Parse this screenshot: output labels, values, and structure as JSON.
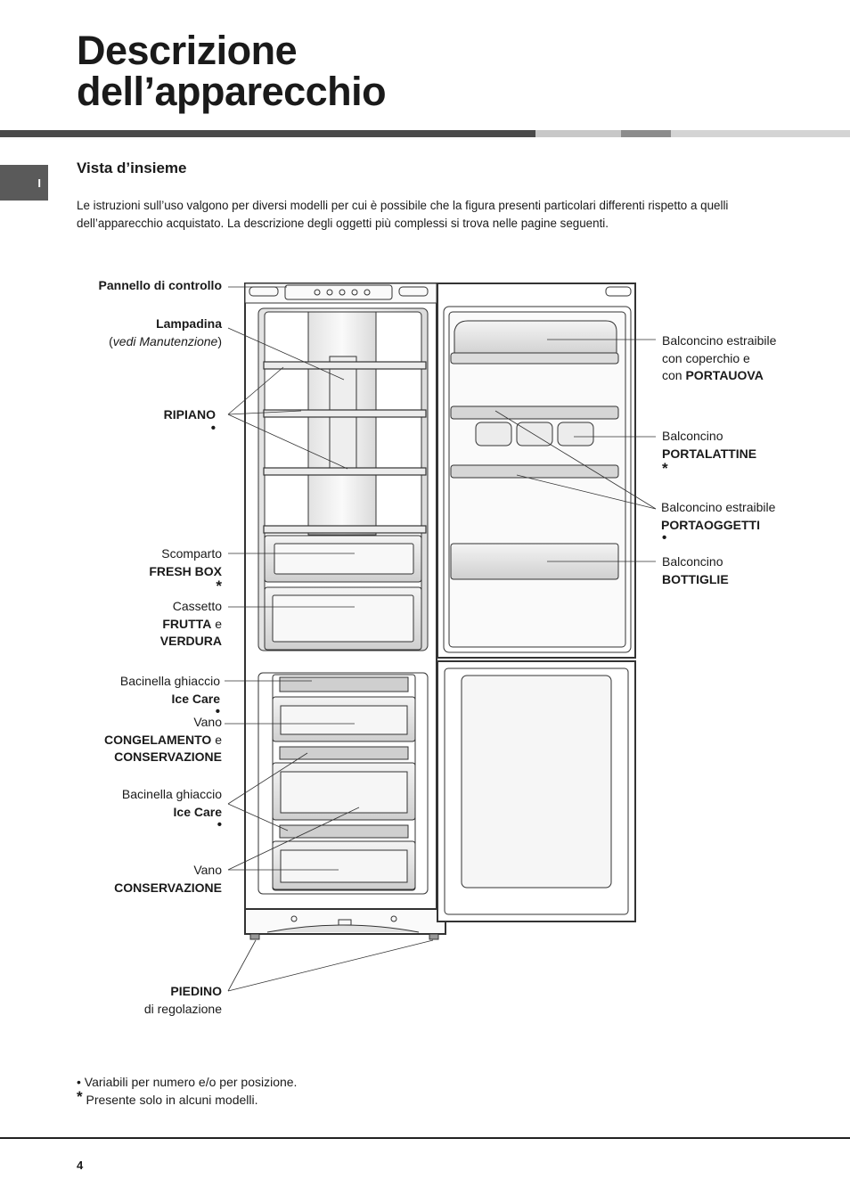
{
  "page": {
    "title_line1": "Descrizione",
    "title_line2": "dell’apparecchio",
    "language_tab": "I",
    "page_number": "4"
  },
  "section": {
    "title": "Vista d’insieme",
    "intro": "Le istruzioni sull’uso valgono per diversi modelli per cui è possibile che la figura presenti particolari differenti rispetto a quelli dell’apparecchio acquistato. La descrizione degli oggetti più complessi si trova nelle pagine seguenti."
  },
  "labels_left": {
    "pannello": "Pannello di controllo",
    "lampadina": "Lampadina",
    "vedi_paren_open": "(",
    "vedi": "vedi Manutenzione",
    "vedi_paren_close": ")",
    "ripiano": "RIPIANO",
    "scomparto": "Scomparto",
    "fresh_box": "FRESH BOX",
    "cassetto": "Cassetto",
    "frutta": "FRUTTA",
    "e": "e",
    "verdura": "VERDURA",
    "bacinella1": "Bacinella ghiaccio",
    "ice_care1": "Ice Care",
    "vano1": "Vano",
    "congelamento": "CONGELAMENTO",
    "conservazione1": "CONSERVAZIONE",
    "bacinella2": "Bacinella ghiaccio",
    "ice_care2": "Ice Care",
    "vano2": "Vano",
    "conservazione2": "CONSERVAZIONE",
    "piedino": "PIEDINO",
    "regolazione": "di regolazione"
  },
  "labels_right": {
    "balc1_line1": "Balconcino estraibile",
    "balc1_line2": "con coperchio e",
    "balc1_con": "con",
    "portauova": "PORTAUOVA",
    "balc2_line1": "Balconcino",
    "portalattine": "PORTALATTINE",
    "balc3_line1": "Balconcino estraibile",
    "portaoggetti": "PORTAOGGETTI",
    "balc4_line1": "Balconcino",
    "bottiglie": "BOTTIGLIE"
  },
  "marks": {
    "bullet": "•",
    "asterisk": "*"
  },
  "notes": {
    "note1_mark": "•",
    "note1": "Variabili per numero e/o per posizione.",
    "note2_mark": "*",
    "note2": "Presente solo in alcuni modelli."
  },
  "colors": {
    "bar_dark": "#4a4a4a",
    "bar_light": "#c8c8c8",
    "bar_mid": "#8c8c8c"
  }
}
